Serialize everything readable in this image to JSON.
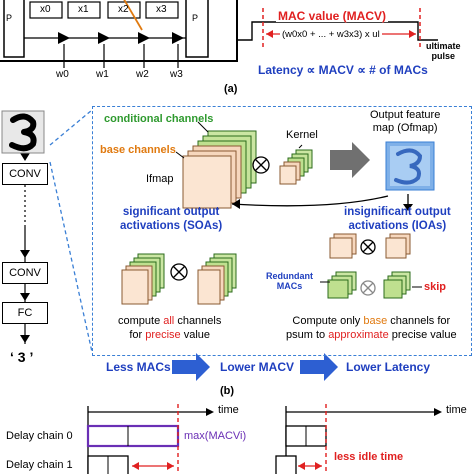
{
  "part_a": {
    "x_labels": [
      "x0",
      "x1",
      "x2",
      "x3"
    ],
    "w_labels": [
      "w0",
      "w1",
      "w2",
      "w3"
    ],
    "macv_title": "MAC value (MACV)",
    "macv_formula": "(w0x0 + ... + w3x3) x ul",
    "ultimate_pulse": [
      "ultimate",
      "pulse"
    ],
    "latency_text": "Latency ∝ MACV ∝ # of MACs",
    "caption": "(a)"
  },
  "part_b": {
    "digit": "3",
    "flow": [
      "CONV",
      "CONV",
      "FC"
    ],
    "output_label": "‘ 3 ’",
    "conditional_channels": "conditional channels",
    "base_channels": "base channels",
    "ifmap": "Ifmap",
    "kernel": "Kernel",
    "ofmap": [
      "Output feature",
      "map (Ofmap)"
    ],
    "soa": [
      "significant output",
      "activations (SOAs)"
    ],
    "ioa": [
      "insignificant output",
      "activations (IOAs)"
    ],
    "redundant_macs": [
      "Redundant",
      "MACs"
    ],
    "skip": "skip",
    "left_caption": {
      "l1a": "compute ",
      "l1b": "all",
      "l1c": " channels",
      "l2a": "for ",
      "l2b": "precise",
      "l2c": " value"
    },
    "right_caption": {
      "l1a": "Compute only ",
      "l1b": "base",
      "l1c": " channels for",
      "l2a": "psum to ",
      "l2b": "approximate",
      "l2c": " precise value"
    },
    "bottom_flow": [
      "Less MACs",
      "Lower MACV",
      "Lower Latency"
    ],
    "caption": "(b)"
  },
  "part_c": {
    "time_label": "time",
    "chains": [
      "Delay chain 0",
      "Delay chain 1"
    ],
    "max_label": "max(MACVi)",
    "idle_label": "less idle time"
  }
}
